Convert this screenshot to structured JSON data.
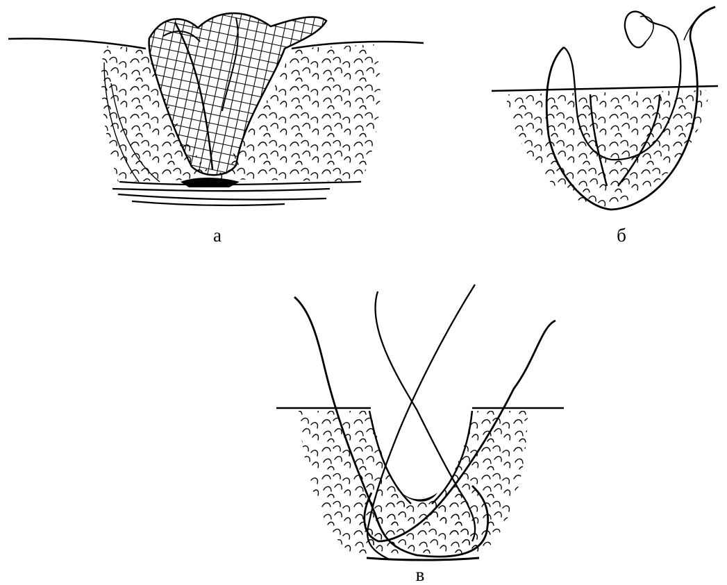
{
  "figure": {
    "panels": [
      {
        "id": "a",
        "label": "а"
      },
      {
        "id": "b",
        "label": "б"
      },
      {
        "id": "v",
        "label": "в"
      }
    ]
  }
}
